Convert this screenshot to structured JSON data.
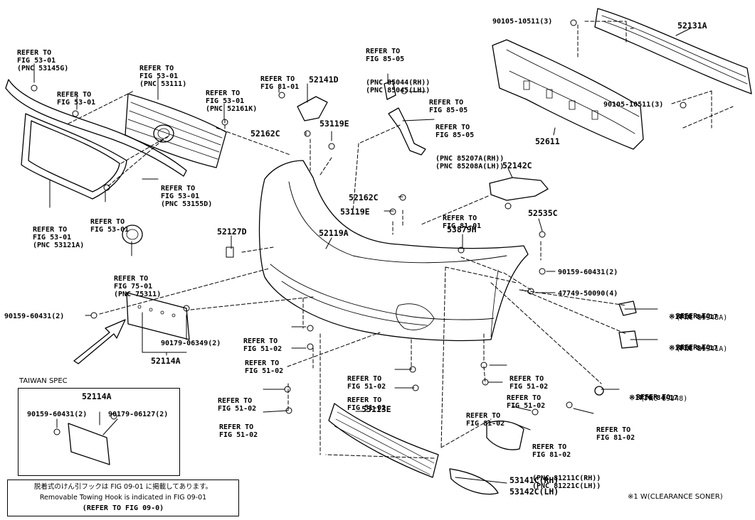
{
  "refer": {
    "r1": {
      "l1": "REFER TO",
      "l2": "FIG 53-01",
      "l3": "(PNC 53145G)"
    },
    "r2": {
      "l1": "REFER TO",
      "l2": "FIG 53-01"
    },
    "r3": {
      "l1": "REFER TO",
      "l2": "FIG 53-01",
      "l3": "(PNC 53111)"
    },
    "r4": {
      "l1": "REFER TO",
      "l2": "FIG 53-01",
      "l3": "(PNC 52161K)"
    },
    "r5": {
      "l1": "REFER TO",
      "l2": "FIG 81-01"
    },
    "r6": {
      "l1": "REFER TO",
      "l2": "FIG 85-05",
      "l3": "(PNC 85044(RH))",
      "l4": "(PNC 85045(LH))"
    },
    "r7": {
      "l1": "REFER TO",
      "l2": "FIG 85-05"
    },
    "r8": {
      "l1": "REFER TO",
      "l2": "FIG 85-05",
      "l3": "(PNC 85207A(RH))",
      "l4": "(PNC 85208A(LH))"
    },
    "r9": {
      "l1": "REFER TO",
      "l2": "FIG 53-01",
      "l3": "(PNC 53155D)"
    },
    "r10": {
      "l1": "REFER TO",
      "l2": "FIG 53-01"
    },
    "r11": {
      "l1": "REFER TO",
      "l2": "FIG 53-01",
      "l3": "(PNC 53121A)"
    },
    "r12": {
      "l1": "REFER TO",
      "l2": "FIG 75-01",
      "l3": "(PNC 75311)"
    },
    "r13": {
      "l1": "REFER TO",
      "l2": "FIG 81-01"
    },
    "r14": {
      "l1": "REFER TO",
      "l2": "FIG 84-17",
      "l3": "(PNC 89348A)",
      "mark": "※1"
    },
    "r15": {
      "l1": "REFER TO",
      "l2": "FIG 84-17",
      "l3": "(PNC 89341A)",
      "mark": "※1"
    },
    "r16": {
      "l1": "REFER TO",
      "l2": "FIG 84-17",
      "l3": "(PNC 89348)",
      "mark": "※1"
    },
    "r17": {
      "l1": "REFER TO",
      "l2": "FIG 51-02"
    },
    "r18": {
      "l1": "REFER TO",
      "l2": "FIG 51-02"
    },
    "r19": {
      "l1": "REFER TO",
      "l2": "FIG 51-02"
    },
    "r20": {
      "l1": "REFER TO",
      "l2": "FIG 51-02"
    },
    "r21": {
      "l1": "REFER TO",
      "l2": "FIG 51-02"
    },
    "r22": {
      "l1": "REFER TO",
      "l2": "FIG 51-02"
    },
    "r23": {
      "l1": "REFER TO",
      "l2": "FIG 51-02"
    },
    "r24": {
      "l1": "REFER TO",
      "l2": "FIG 51-02"
    },
    "r25": {
      "l1": "REFER TO",
      "l2": "FIG 81-02"
    },
    "r26": {
      "l1": "REFER TO",
      "l2": "FIG 81-02"
    },
    "r27": {
      "l1": "REFER TO",
      "l2": "FIG 81-02",
      "l3": "(PNC 81211C(RH))",
      "l4": "(PNC 81221C(LH))"
    }
  },
  "parts": {
    "p52131A": "52131A",
    "p90105a": "90105-10511(3)",
    "p90105b": "90105-10511(3)",
    "p52611": "52611",
    "p52141D": "52141D",
    "p52162C_a": "52162C",
    "p53119E_a": "53119E",
    "p52142C": "52142C",
    "p52162C_b": "52162C",
    "p53119E_b": "53119E",
    "p52535C": "52535C",
    "p52127D": "52127D",
    "p52119A": "52119A",
    "p53879H": "53879H",
    "p90159_60431_a": "90159-60431(2)",
    "p47749": "47749-50090(4)",
    "p90159_60431_b": "90159-60431(2)",
    "p90179_06349": "90179-06349(2)",
    "p52114A": "52114A",
    "p53113E": "53113E",
    "p53141C": "53141C(RH)",
    "p53142C": "53142C(LH)"
  },
  "taiwan": {
    "title": "TAIWAN SPEC",
    "part": "52114A",
    "left": "90159-60431(2)",
    "right": "90179-06127(2)"
  },
  "notes": {
    "jp": "脱着式のけん引フックは FIG 09-01 に掲載してあります。",
    "en": "Removable Towing Hook is indicated in FIG  09-01",
    "ref": "(REFER TO FIG 09-0)"
  },
  "footnote": "※1 W(CLEARANCE SONER)"
}
